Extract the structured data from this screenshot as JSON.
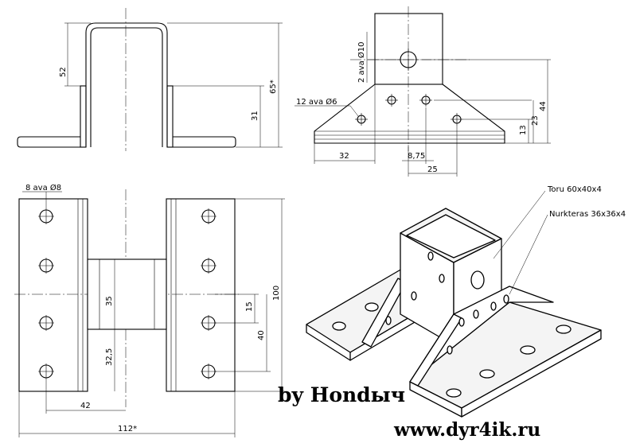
{
  "dimensions": {
    "front_height_52": "52",
    "front_height_31": "31",
    "front_total_65": "65*",
    "side_hole_d10": "2 ava Ø10",
    "side_hole_d6": "12 ava Ø6",
    "side_32": "32",
    "side_8_75": "8,75",
    "side_25": "25",
    "side_13": "13",
    "side_23": "23",
    "side_44": "44",
    "plan_holes_d8": "8 ava Ø8",
    "plan_35": "35",
    "plan_32_5": "32,5",
    "plan_42": "42",
    "plan_15": "15",
    "plan_40": "40",
    "plan_100": "100",
    "plan_112": "112*"
  },
  "callouts": {
    "tube": "Toru 60x40x4",
    "angle": "Nurkteras 36x36x4"
  },
  "branding": {
    "author": "by Hondыч",
    "site": "www.dyr4ik.ru"
  }
}
